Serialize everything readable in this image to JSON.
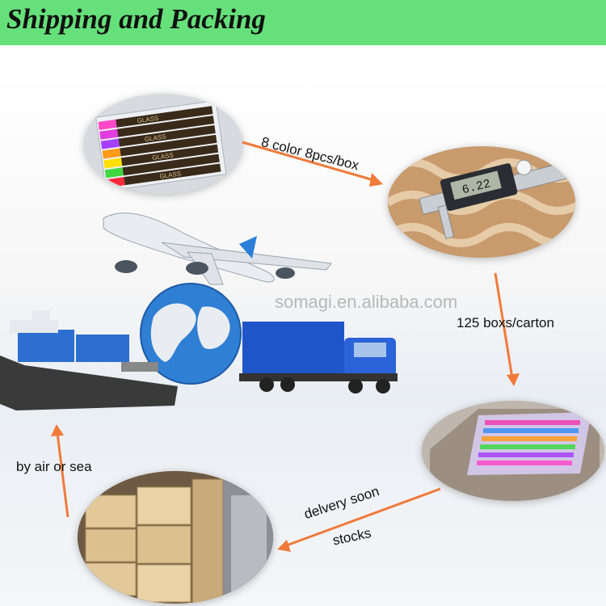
{
  "header": {
    "title": "Shipping and Packing",
    "background": "#66e07a"
  },
  "watermark": "somagi.en.alibaba.com",
  "steps": {
    "pack_box": "8 color 8pcs/box",
    "pack_carton": "125 boxs/carton",
    "delivery_line1": "delvery soon",
    "delivery_line2": "stocks",
    "transport": "by air or sea"
  },
  "photos": {
    "marker_box_lettering": "GLASS"
  },
  "caliper_readout": "6.22",
  "colors": {
    "arrow": "#f07a3a",
    "globe_sea": "#2f7fd4",
    "container_blue": "#1f55c8"
  }
}
